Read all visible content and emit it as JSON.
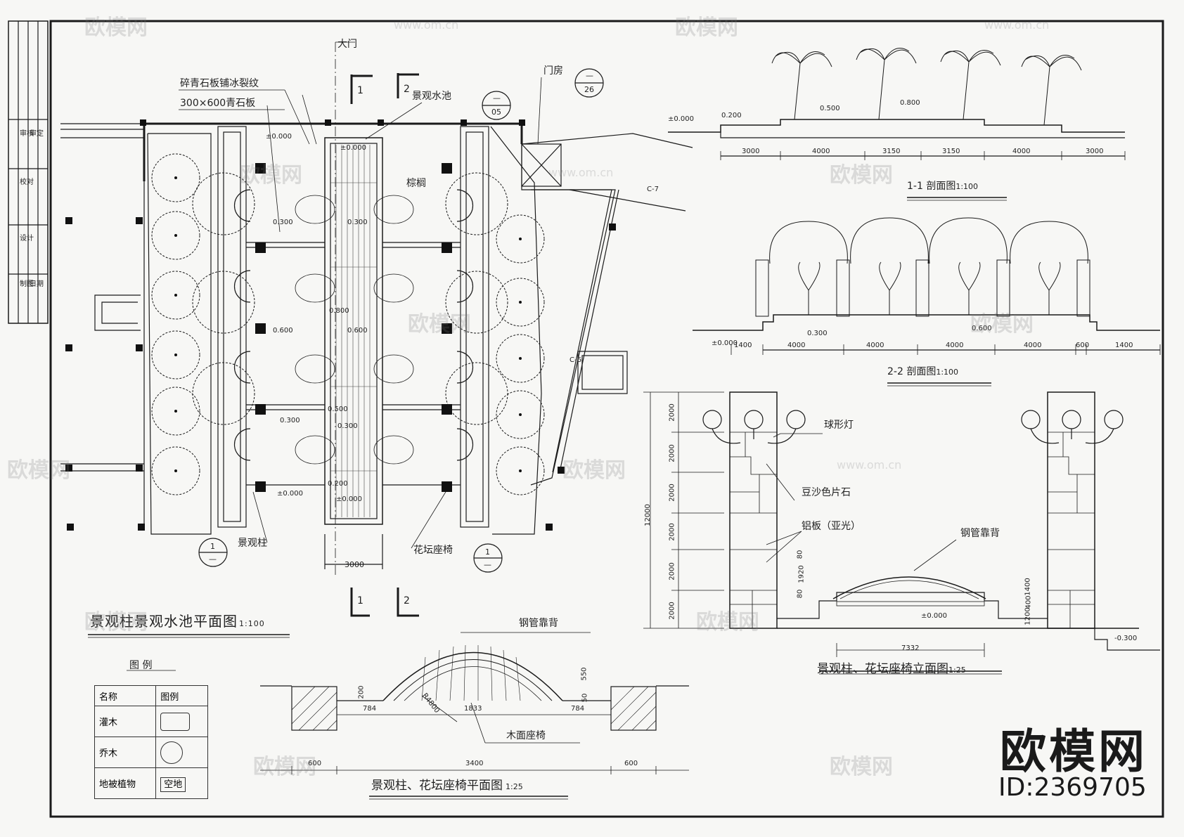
{
  "plan": {
    "title": "景观柱景观水池平面图",
    "scale": "1:100",
    "gate": "大门",
    "paving1": "碎青石板铺冰裂纹",
    "paving2": "300×600青石板",
    "pool": "景观水池",
    "palm": "棕榈",
    "gatehouse": "门房",
    "pillar": "景观柱",
    "bench": "花坛座椅",
    "dim_width": "3000",
    "sec1": "1",
    "sec2": "2",
    "callout_05_top": "—",
    "callout_05": "05",
    "callout_26_top": "—",
    "callout_26": "26",
    "callout_1_top": "1",
    "callout_1_bottom": "—",
    "c7": "C-7",
    "c6": "C-6",
    "levels": [
      "±0.000",
      "±0.000",
      "0.300",
      "0.300",
      "0.600",
      "0.800",
      "0.600",
      "0.300",
      "0.500",
      "0.300",
      "0.200",
      "±0.000",
      "±0.000"
    ]
  },
  "section11": {
    "title": "1-1 剖面图",
    "scale": "1:100",
    "levels": [
      "±0.000",
      "0.200",
      "0.500",
      "0.800"
    ],
    "dims": [
      "3000",
      "4000",
      "3150",
      "3150",
      "4000",
      "3000"
    ]
  },
  "section22": {
    "title": "2-2 剖面图",
    "scale": "1:100",
    "levels": [
      "±0.000",
      "0.300",
      "0.600"
    ],
    "dims": [
      "1400",
      "4000",
      "4000",
      "4000",
      "4000",
      "600",
      "1400"
    ]
  },
  "elevation": {
    "title": "景观柱、花坛座椅立面图",
    "scale": "1:25",
    "lamp": "球形灯",
    "stone": "豆沙色片石",
    "alu": "铝板（亚光）",
    "backrest": "钢管靠背",
    "level0": "±0.000",
    "level_neg": "-0.300",
    "dim_width": "7332",
    "dim_total": "12000",
    "dims_v": [
      "2000",
      "2000",
      "2000",
      "2000",
      "2000",
      "2000"
    ],
    "dims_v2": [
      "80",
      "1920",
      "80",
      "1200",
      "400",
      "1400"
    ]
  },
  "bench_plan": {
    "title": "景观柱、花坛座椅平面图",
    "scale": "1:25",
    "backrest": "钢管靠背",
    "seat": "木面座椅",
    "radius": "R4800",
    "dims": [
      "784",
      "1833",
      "784"
    ],
    "dims_total": "3400",
    "dims_side": [
      "600",
      "600"
    ],
    "dim_h1": "200",
    "dim_h2": "550",
    "dim_h3": "50"
  },
  "legend": {
    "title": "图  例",
    "col_name": "名称",
    "col_icon": "图例",
    "rows": [
      {
        "name": "灌木",
        "icon": "shrub-symbol"
      },
      {
        "name": "乔木",
        "icon": "tree-symbol"
      },
      {
        "name": "地被植物",
        "icon": "空地"
      }
    ]
  },
  "title_block": [
    "审核",
    "校对",
    "设计",
    "制图",
    "审定",
    "日期"
  ],
  "watermark": {
    "brand": "欧模网",
    "url": "www.om.cn",
    "id": "ID:2369705"
  },
  "colors": {
    "line": "#1a1a1a",
    "paper": "#f7f7f5"
  }
}
